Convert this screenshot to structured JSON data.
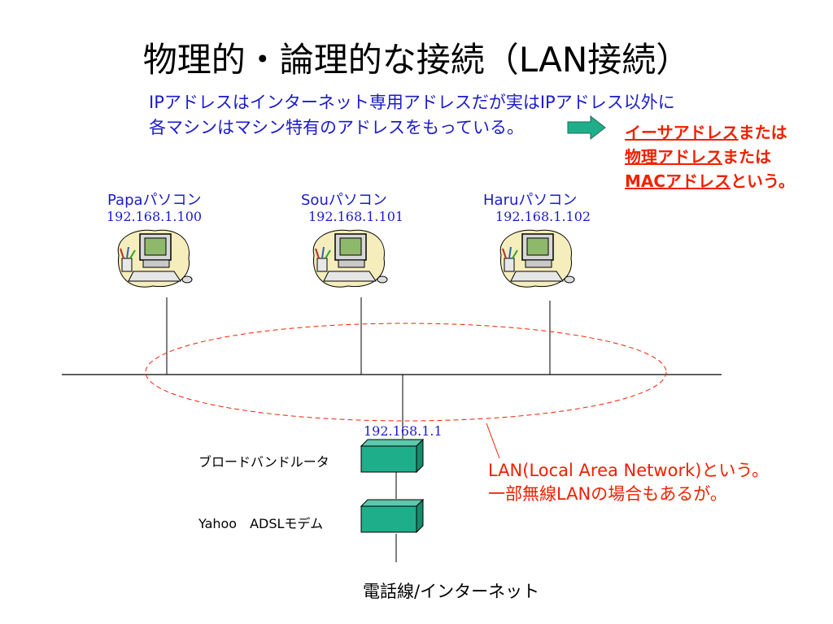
{
  "slide": {
    "title": "物理的・論理的な接続（LAN接続）",
    "explanation_line1": "IPアドレスはインターネット専用アドレスだが実はIPアドレス以外に",
    "explanation_line2": "各マシンはマシン特有のアドレスをもっている。",
    "mac_note": {
      "line1_underlined": "イーサアドレス",
      "line1_rest": "または",
      "line2_underlined": "物理アドレス",
      "line2_rest": "または",
      "line3_underlined": "MACアドレス",
      "line3_rest": "という。"
    }
  },
  "computers": [
    {
      "name": "Papaパソコン",
      "ip": "192.168.1.100"
    },
    {
      "name": "Souパソコン",
      "ip": "192.168.1.101"
    },
    {
      "name": "Haruパソコン",
      "ip": "192.168.1.102"
    }
  ],
  "router": {
    "label": "ブロードバンドルータ",
    "ip": "192.168.1.1"
  },
  "modem": {
    "label": "Yahoo　ADSLモデム"
  },
  "lan_note": {
    "line1": "LAN(Local Area Network)という。",
    "line2": "一部無線LANの場合もあるが。"
  },
  "footer": "電話線/インターネット",
  "colors": {
    "blue_text": "#1b1bcc",
    "red_text": "#f02000",
    "device_fill": "#1fae8a",
    "arrow_fill": "#1fae8a",
    "pc_blob": "#f5edbb"
  }
}
